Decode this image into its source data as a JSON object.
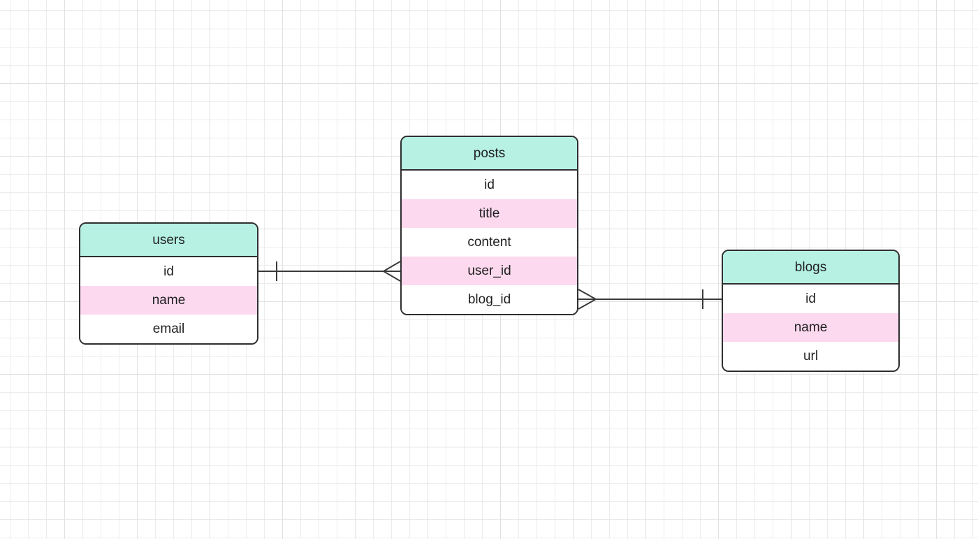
{
  "diagram_type": "entity-relationship-diagram",
  "colors": {
    "canvas": "#ffffff",
    "grid_minor": "#ececec",
    "grid_major": "#e1e1e1",
    "header_fill": "#b6f1e4",
    "row_alt_fill": "#fcd9ef",
    "row_fill": "#ffffff",
    "border": "#2f2f2f",
    "connector_line": "#3a3a3a",
    "text": "#1f1f1f"
  },
  "entities": [
    {
      "name": "users",
      "fields": [
        "id",
        "name",
        "email"
      ]
    },
    {
      "name": "posts",
      "fields": [
        "id",
        "title",
        "content",
        "user_id",
        "blog_id"
      ]
    },
    {
      "name": "blogs",
      "fields": [
        "id",
        "name",
        "url"
      ]
    }
  ],
  "relationships": [
    {
      "from_entity": "users",
      "from_field": "id",
      "to_entity": "posts",
      "to_field": "user_id",
      "cardinality": "one-to-many",
      "from_marker": "one-tick",
      "to_marker": "crow-foot"
    },
    {
      "from_entity": "blogs",
      "from_field": "id",
      "to_entity": "posts",
      "to_field": "blog_id",
      "cardinality": "one-to-many",
      "from_marker": "one-tick",
      "to_marker": "crow-foot"
    }
  ]
}
